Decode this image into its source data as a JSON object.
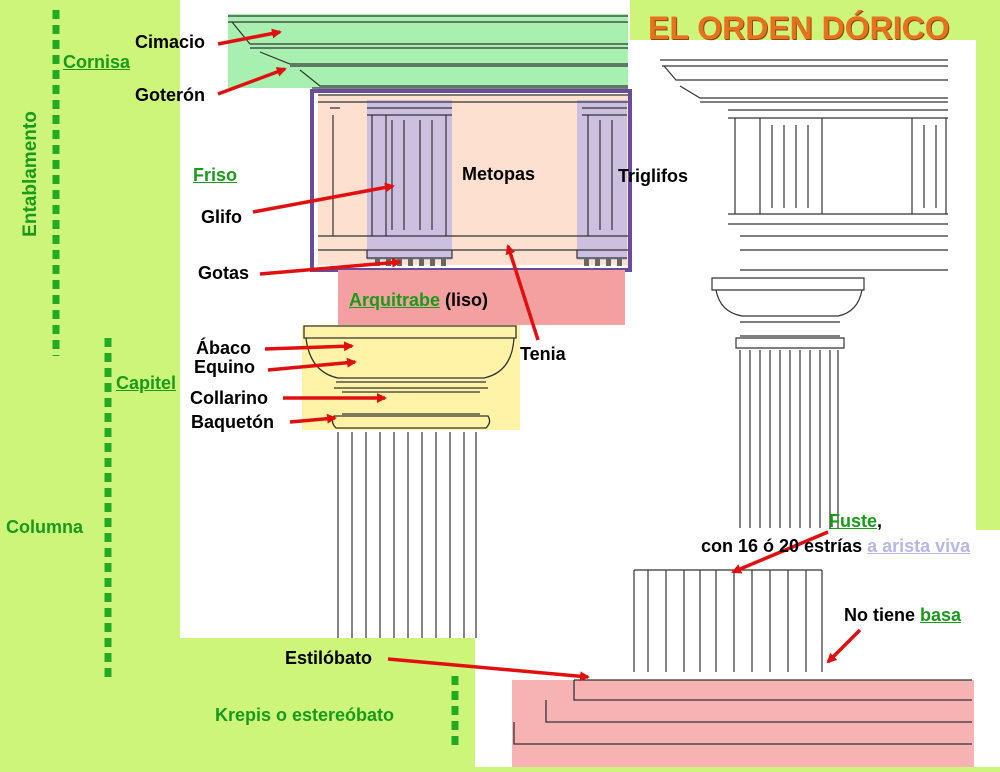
{
  "title": "EL ORDEN DÓRICO",
  "labels": {
    "cimacio": "Cimacio",
    "goteron": "Goterón",
    "cornisa": "Cornisa",
    "entablamento": "Entablamento",
    "friso": "Friso",
    "glifo": "Glifo",
    "metopas": "Metopas",
    "triglifos": "Triglifos",
    "gotas": "Gotas",
    "arquitrabe": "Arquitrabe",
    "arquitrabe_note": " (liso)",
    "tenia": "Tenia",
    "abaco": "Ábaco",
    "equino": "Equino",
    "capitel": "Capitel",
    "collarino": "Collarino",
    "baqueton": "Baquetón",
    "columna": "Columna",
    "fuste": "Fuste",
    "fuste_comma": ",",
    "estrias": "con 16 ó 20 estrías ",
    "arista_viva": "a arista viva",
    "no_tiene": "No tiene ",
    "basa": "basa",
    "estilobato": "Estilóbato",
    "krepis": "Krepis o estereóbato"
  },
  "colors": {
    "background": "#ccf57a",
    "link_green": "#1a9a1a",
    "title_orange": "#e7711c",
    "arrow_red": "#e01010",
    "frieze_border": "#6a4c9c",
    "cornice_highlight": "#a8f0b0",
    "architrave_highlight": "#f4a0a0",
    "capital_highlight": "#fff3a8",
    "metope_highlight": "#fde0cf",
    "triglyph_highlight": "#cdbfe0",
    "krepis_highlight": "#f7b3b3"
  }
}
